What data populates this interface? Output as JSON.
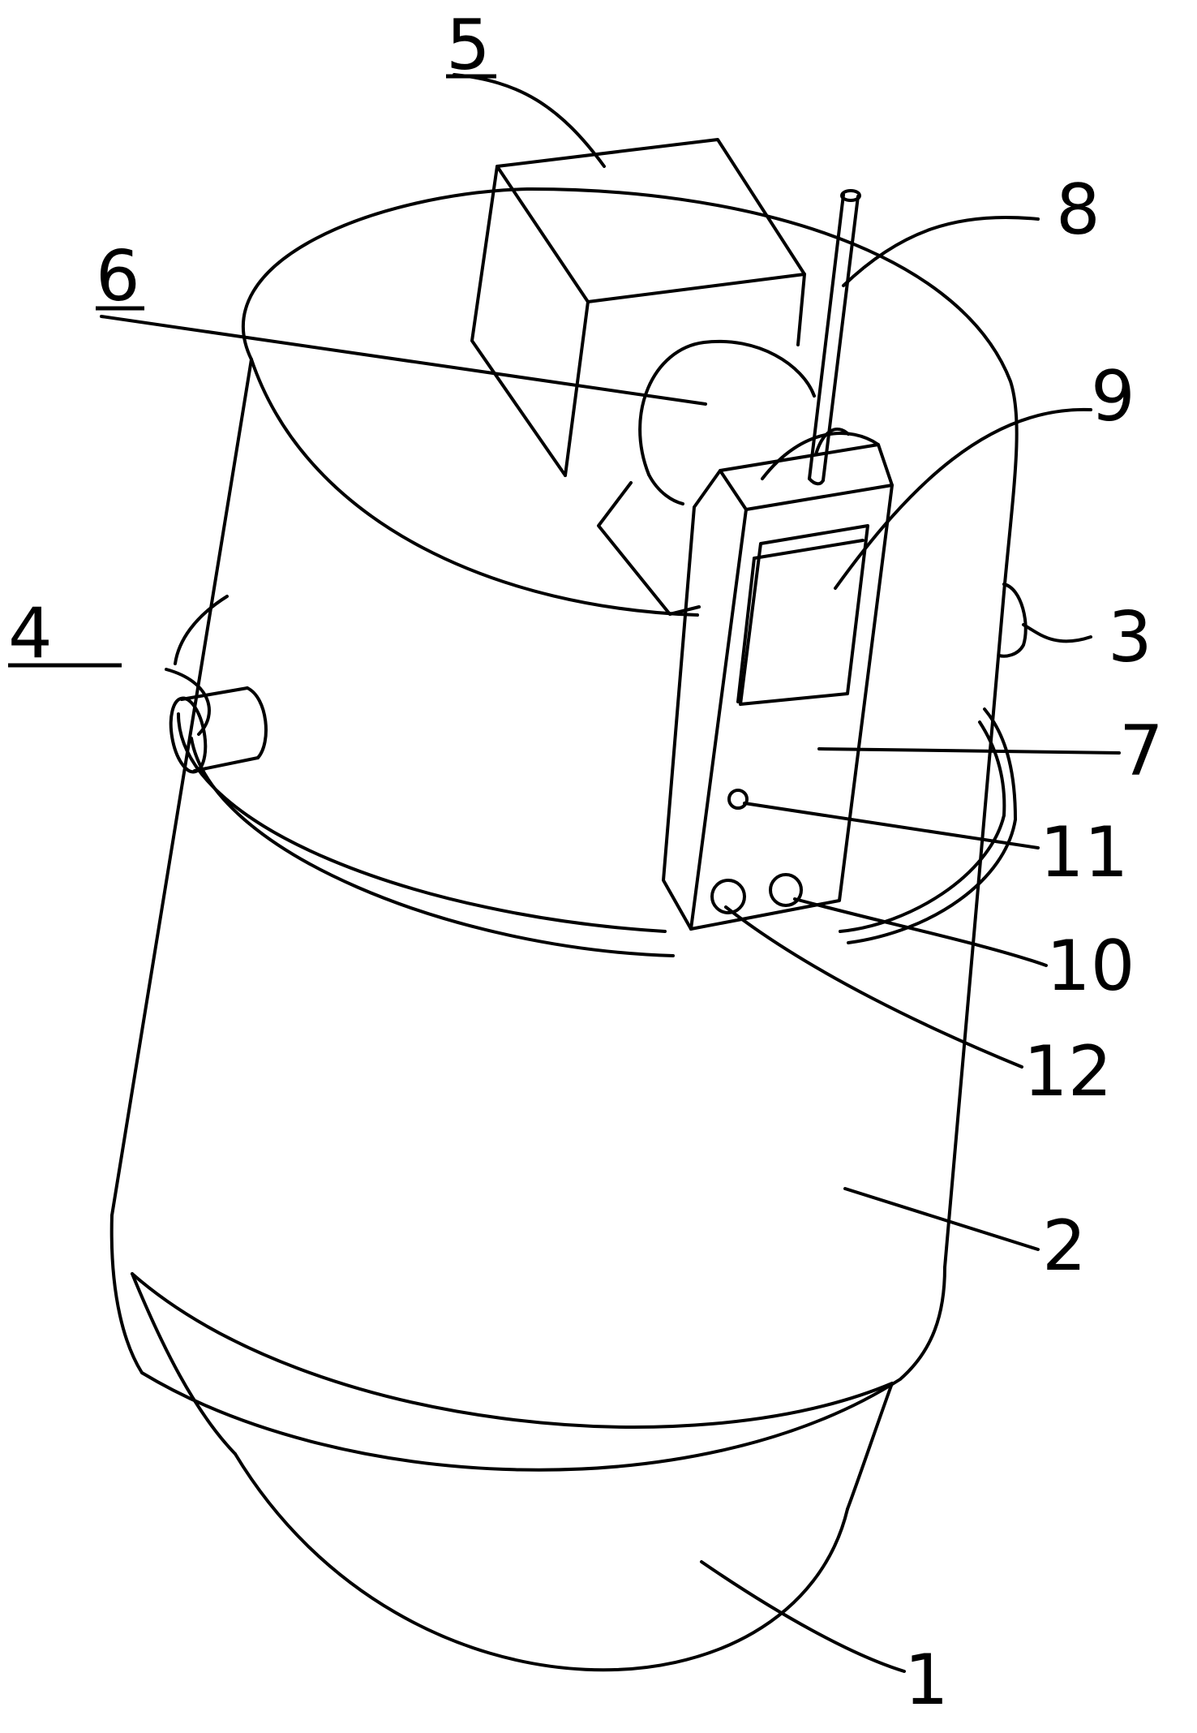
{
  "labels": {
    "part_1": "1",
    "part_2": "2",
    "part_3": "3",
    "part_4": "4",
    "part_5": "5",
    "part_6": "6",
    "part_7": "7",
    "part_8": "8",
    "part_9": "9",
    "part_10": "10",
    "part_11": "11",
    "part_12": "12"
  },
  "colors": {
    "line": "#000000",
    "background": "#ffffff"
  }
}
